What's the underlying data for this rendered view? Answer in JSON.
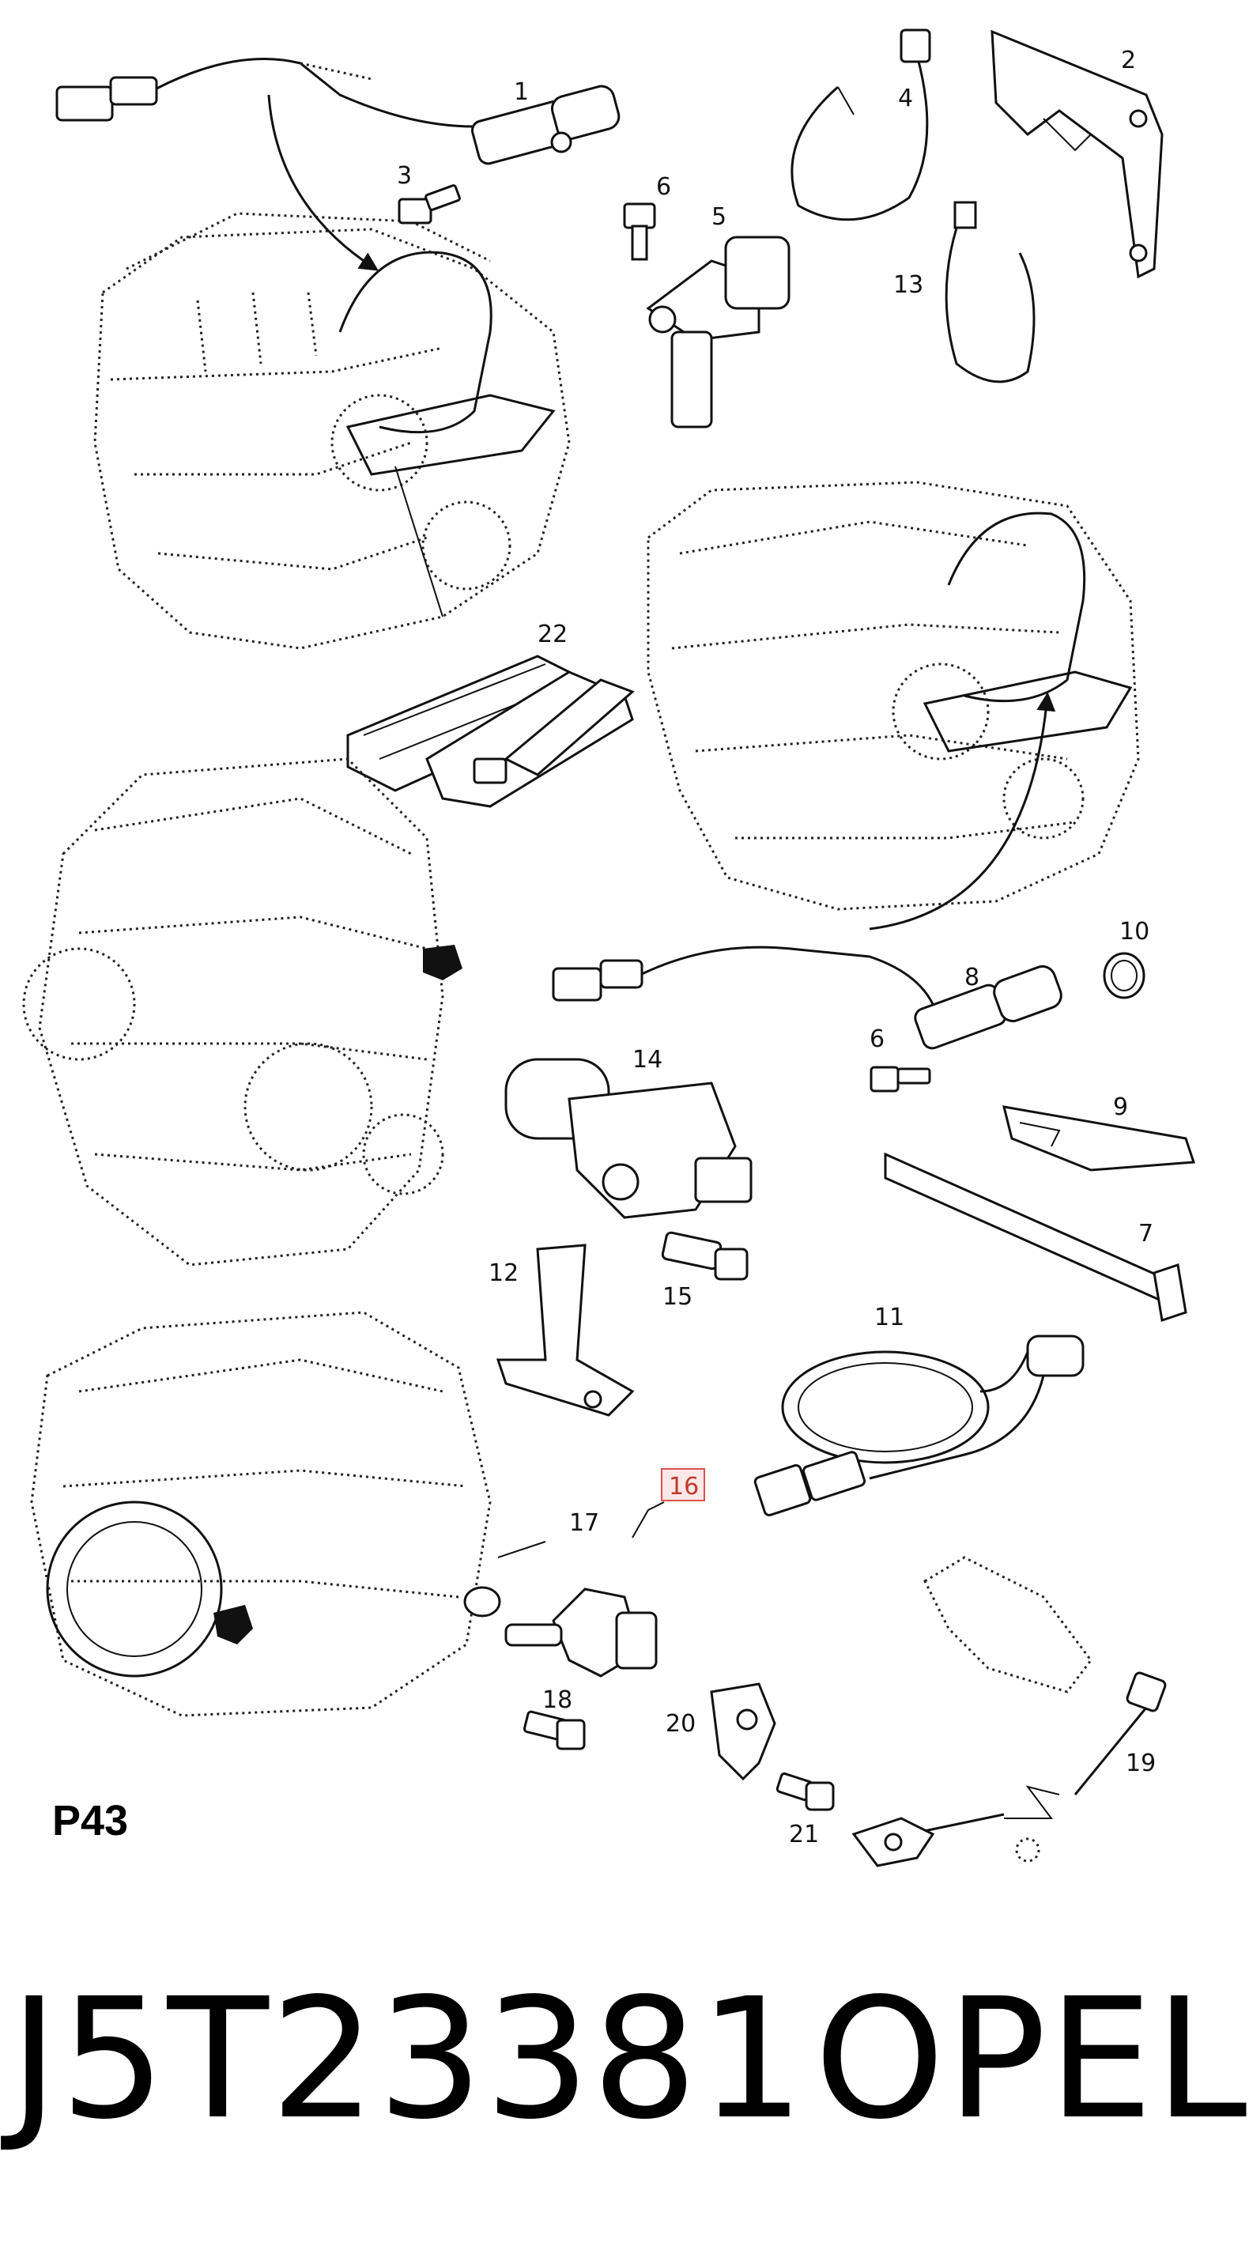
{
  "page_code": "P43",
  "part_number": "J5T23381",
  "brand": "OPEL",
  "highlighted_callout": "16",
  "callouts": [
    "1",
    "2",
    "3",
    "4",
    "5",
    "6",
    "6",
    "7",
    "8",
    "9",
    "10",
    "11",
    "12",
    "13",
    "14",
    "15",
    "16",
    "17",
    "18",
    "19",
    "20",
    "21",
    "22"
  ]
}
